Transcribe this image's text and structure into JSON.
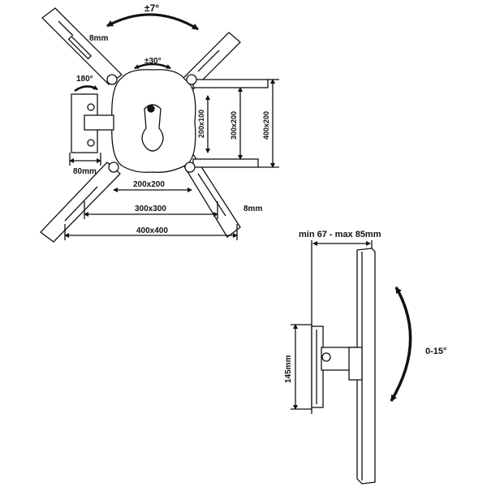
{
  "front_view": {
    "tilt_label": "±7°",
    "swivel_label": "±30°",
    "rotate_label": "180°",
    "arm_width_top": "8mm",
    "arm_width_bottom": "8mm",
    "plate_width": "80mm",
    "vesa_200x100": "200x100",
    "vesa_300x200": "300x200",
    "vesa_400x200": "400x200",
    "vesa_200x200": "200x200",
    "vesa_300x300": "300x300",
    "vesa_400x400": "400x400"
  },
  "side_view": {
    "depth_label": "min 67 - max 85mm",
    "height_label": "145mm",
    "tilt_label": "0-15°"
  }
}
